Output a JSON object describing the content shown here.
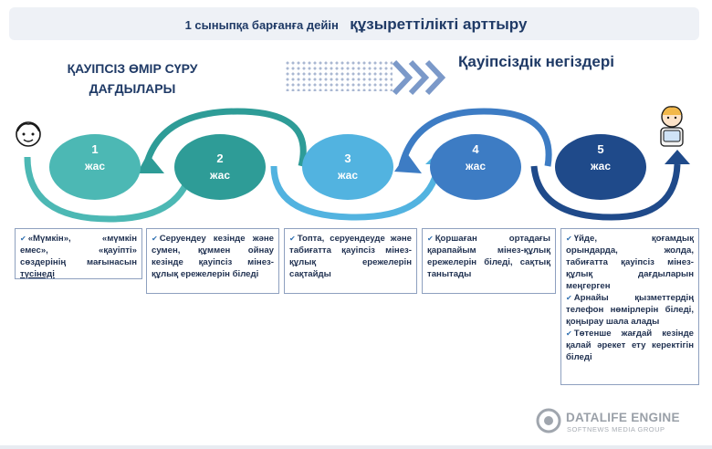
{
  "title": {
    "prefix": "1 сыныпқа барғанға дейін",
    "main": "құзыреттілікті арттыру"
  },
  "left_heading": {
    "line1": "ҚАУІПСІЗ ӨМІР СҮРУ",
    "line2": "ДАҒДЫЛАРЫ"
  },
  "right_heading": "Қауіпсіздік негіздері",
  "steps": [
    {
      "num": "1",
      "label": "жас",
      "color": "#4cb8b4"
    },
    {
      "num": "2",
      "label": "жас",
      "color": "#2e9c97"
    },
    {
      "num": "3",
      "label": "жас",
      "color": "#52b3e0"
    },
    {
      "num": "4",
      "label": "жас",
      "color": "#3d7cc4"
    },
    {
      "num": "5",
      "label": "жас",
      "color": "#1f4a8a"
    }
  ],
  "descriptions": [
    {
      "text": "«Мүмкін», «мүмкін емес», «қауіпті» сөздерінің мағынасын",
      "emph": "түсінеді"
    },
    {
      "text": "Серуендеу кезінде және сумен, құммен ойнау кезінде қауіпсіз мінез-құлық ережелерін",
      "emph": "біледі"
    },
    {
      "text": "Топта, серуендеуде және табиғатта қауіпсіз мінез-құлық ережелерін",
      "emph": "сақтайды"
    },
    {
      "text": "Қоршаған ортадағы қарапайым мінез-құлық ережелерін",
      "emph": "біледі, сақтық танытады"
    },
    {
      "items": [
        {
          "text": "Үйде, қоғамдық орындарда, жолда, табиғатта қауіпсіз мінез-құлық дағдыларын",
          "emph": "меңгерген"
        },
        {
          "text": "Арнайы қызметтердің телефон нөмірлерін",
          "emph": "біледі, қоңырау шала алады"
        },
        {
          "text": "Төтенше жағдай кезінде қалай әрекет ету керектігін",
          "emph": "біледі"
        }
      ]
    }
  ],
  "watermark": {
    "brand": "DATALIFE ENGINE",
    "sub": "SOFTNEWS MEDIA GROUP"
  },
  "colors": {
    "teal": "#4cb8b4",
    "navy": "#1f4a8a",
    "heading": "#1f3a66"
  },
  "icons": [
    "child-face-icon",
    "schoolboy-icon",
    "chevron-arrows-icon",
    "check-bullet-icon",
    "datalife-logo-icon"
  ]
}
